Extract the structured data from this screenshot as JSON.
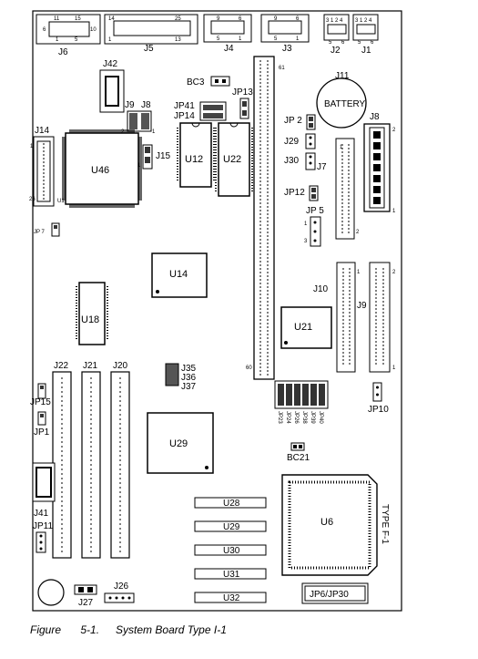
{
  "labels": {
    "J6": "J6",
    "J5": "J5",
    "J4": "J4",
    "J3": "J3",
    "J2": "J2",
    "J1": "J1",
    "J42": "J42",
    "BC3": "BC3",
    "J11": "J11",
    "BATTERY": "BATTERY",
    "JP13": "JP13",
    "JP41": "JP41",
    "JP14": "JP14",
    "J9a": "J9",
    "J8a": "J8",
    "J14": "J14",
    "U46": "U46",
    "J15": "J15",
    "U12": "U12",
    "U22": "U22",
    "JP2": "JP 2",
    "J29": "J29",
    "J30": "J30",
    "J7": "J7",
    "J8b": "J8",
    "JP12": "JP12",
    "JP5": "JP 5",
    "JP7": "JP 7",
    "U14": "U14",
    "U18": "U18",
    "J10": "J10",
    "J9b": "J9",
    "U21": "U21",
    "J22": "J22",
    "J21": "J21",
    "J20": "J20",
    "J35": "J35",
    "J36": "J36",
    "J37": "J37",
    "JP15": "JP15",
    "JP1": "JP1",
    "JP10": "JP10",
    "U29a": "U29",
    "BC21": "BC21",
    "J41": "J41",
    "JP11": "JP11",
    "U28": "U28",
    "U29b": "U29",
    "U30": "U30",
    "U31": "U31",
    "U32": "U32",
    "U6": "U6",
    "TYPE": "TYPE F-1",
    "J27": "J27",
    "J26": "J26",
    "JP6JP30": "JP6/JP30",
    "JP40": "JP40",
    "JP39": "JP39",
    "JP38": "JP38",
    "JP26": "JP26",
    "JP24": "JP24",
    "JP23": "JP23"
  },
  "pins": {
    "j6_11": "11",
    "j6_15": "15",
    "j6_6": "6",
    "j6_10": "10",
    "j6_1": "1",
    "j6_5": "5",
    "j5_14": "14",
    "j5_25": "25",
    "j5_1": "1",
    "j5_13": "13",
    "j4_9": "9",
    "j4_6": "6",
    "j4_5": "5",
    "j4_1": "1",
    "j3_9": "9",
    "j3_6": "6",
    "j3_5": "5",
    "j3_1": "1",
    "j2_top": "3 1 2 4",
    "j2_5": "5",
    "j2_6": "6",
    "j1_top": "3 1 2 4",
    "j1_5": "5",
    "j1_6": "6",
    "j9a_2": "2",
    "j8a_1": "1",
    "j14_1": "1",
    "j14_26": "26",
    "j15_1": "1",
    "bus_61": "61",
    "bus_60": "60",
    "j7_1": "1",
    "j7_2": "2",
    "j8b_2": "2",
    "j8b_1": "1",
    "jp5_1": "1",
    "jp5_3": "3",
    "j10_1": "1",
    "j9b_2": "2",
    "j9b_1": "1"
  },
  "caption": {
    "figure": "Figure",
    "number": "5-1.",
    "title": "System Board Type I-1"
  }
}
